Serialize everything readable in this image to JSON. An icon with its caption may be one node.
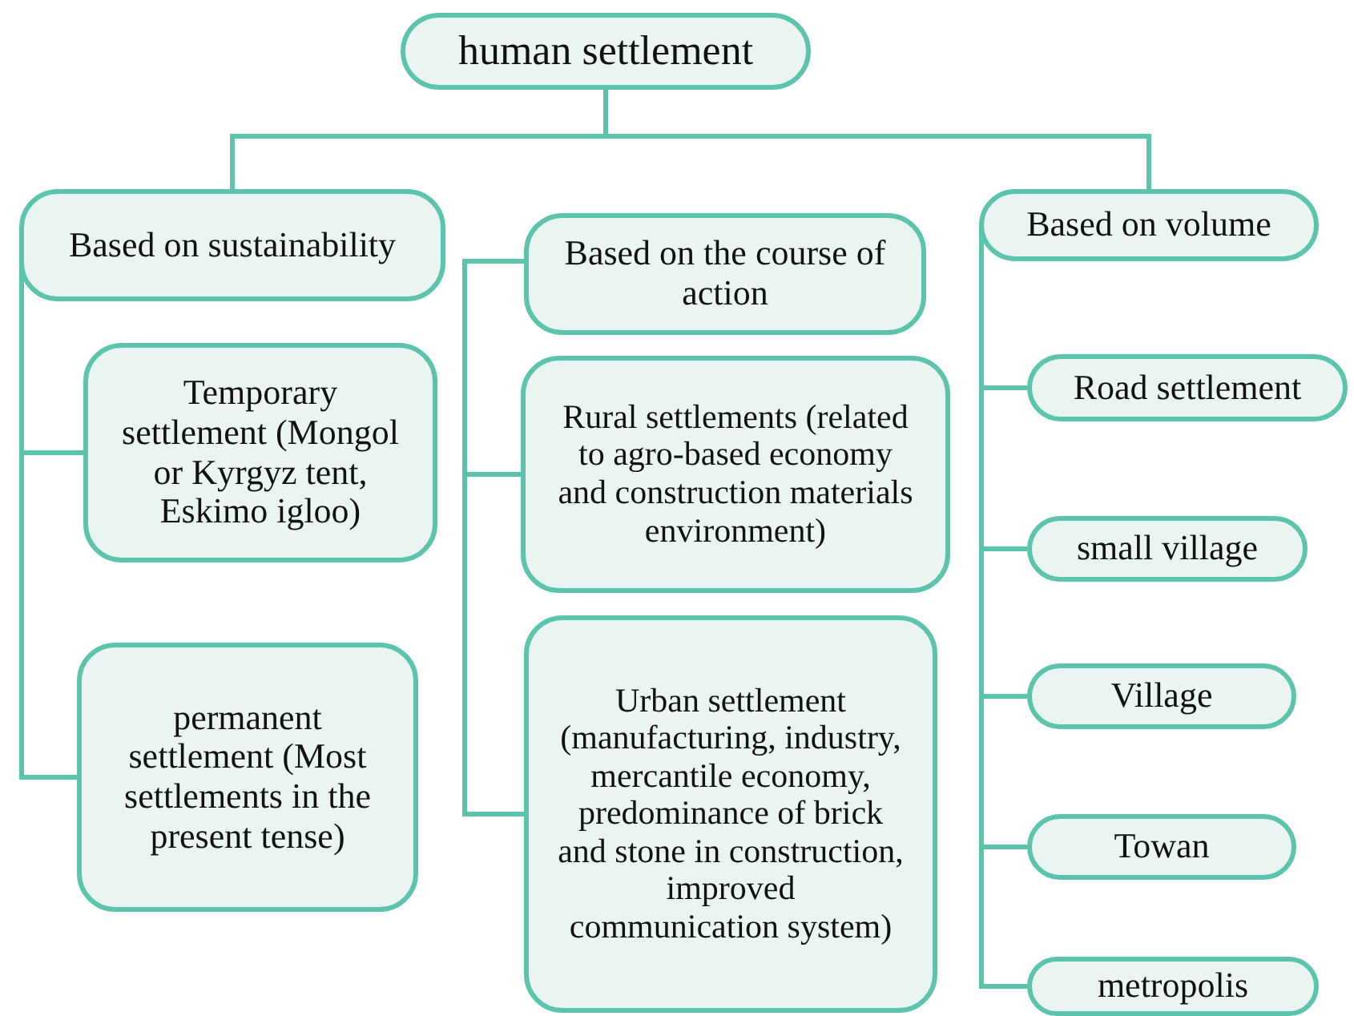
{
  "diagram": {
    "nodes": [
      {
        "text": [
          "human settlement"
        ]
      },
      {
        "text": [
          "Based on sustainability"
        ]
      },
      {
        "text": [
          "Temporary settlement (Mongol or Kyrgyz tent, Eskimo igloo)"
        ]
      },
      {
        "text": [
          "permanent settlement (Most settlements in the present tense)"
        ]
      },
      {
        "text": [
          "Based on the course of action"
        ]
      },
      {
        "text": [
          "Rural settlements (related to agro-based economy and construction materials environment)"
        ]
      },
      {
        "text": [
          "Urban settlement (manufacturing, industry, mercantile economy, predominance of brick and stone in construction, improved communication system)"
        ]
      },
      {
        "text": [
          "Based on volume"
        ]
      },
      {
        "text": [
          "Road settlement"
        ]
      },
      {
        "text": [
          "small village"
        ]
      },
      {
        "text": [
          "Village"
        ]
      },
      {
        "text": [
          "Towan"
        ]
      },
      {
        "text": [
          "metropolis"
        ]
      }
    ],
    "edges": [
      {
        "from": 0,
        "to": 1,
        "arrow": "none"
      },
      {
        "from": 0,
        "to": 7,
        "arrow": "none"
      },
      {
        "from": 1,
        "to": 2,
        "arrow": "none"
      },
      {
        "from": 1,
        "to": 3,
        "arrow": "none"
      },
      {
        "from": 4,
        "to": 5,
        "arrow": "none"
      },
      {
        "from": 4,
        "to": 6,
        "arrow": "none"
      },
      {
        "from": 7,
        "to": 8,
        "arrow": "none"
      },
      {
        "from": 7,
        "to": 9,
        "arrow": "none"
      },
      {
        "from": 7,
        "to": 10,
        "arrow": "none"
      },
      {
        "from": 7,
        "to": 11,
        "arrow": "none"
      },
      {
        "from": 7,
        "to": 12,
        "arrow": "none"
      }
    ]
  }
}
